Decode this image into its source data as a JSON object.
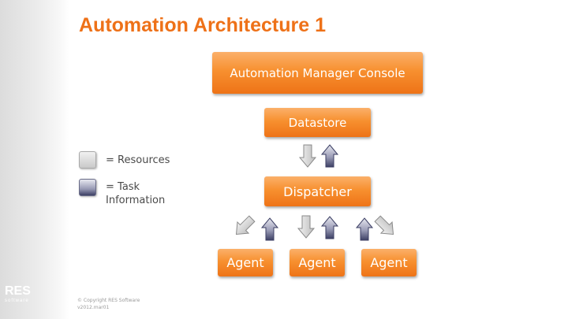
{
  "slide": {
    "title": "Automation Architecture 1"
  },
  "diagram": {
    "console_label": "Automation Manager Console",
    "datastore_label": "Datastore",
    "dispatcher_label": "Dispatcher",
    "agents": [
      "Agent",
      "Agent",
      "Agent"
    ]
  },
  "legend": {
    "resources_label": "= Resources",
    "task_information_label": "= Task\nInformation"
  },
  "branding": {
    "logo_text": "RES",
    "logo_subtext": "software",
    "copyright_line_1": "© Copyright RES Software",
    "copyright_line_2": "v2012.mar01"
  },
  "colors": {
    "accent_orange": "#ee7118",
    "box_orange": "#f7902f",
    "arrow_gray": "#c8c8c8",
    "arrow_navy": "#3c3f64"
  }
}
